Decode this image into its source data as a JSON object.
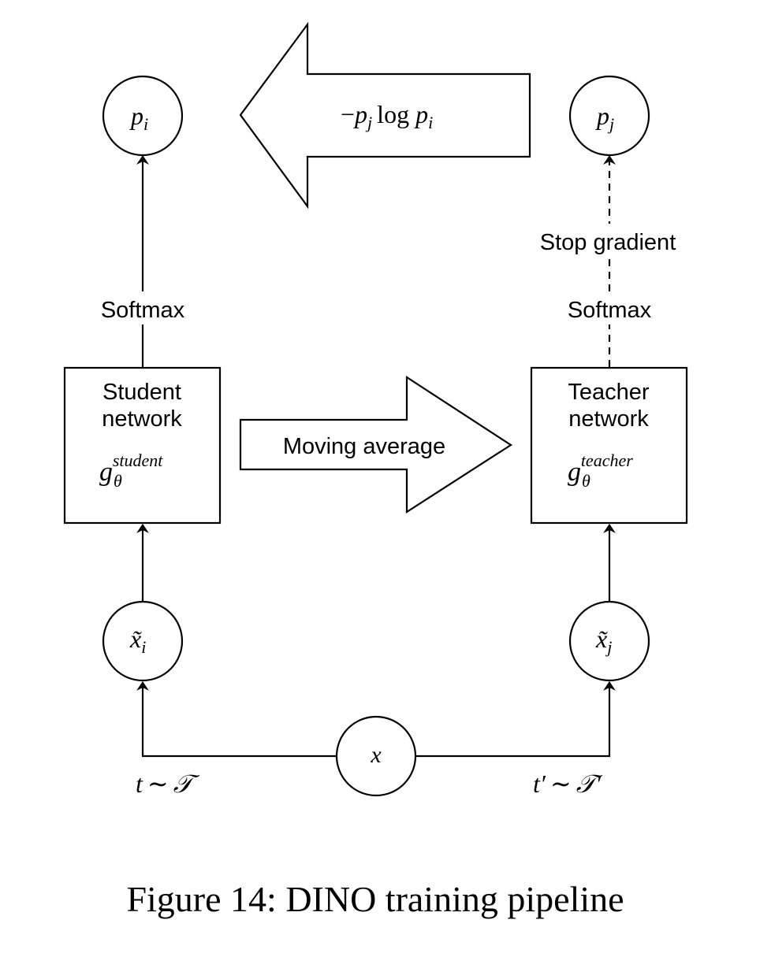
{
  "figure": {
    "caption": "Figure 14: DINO training pipeline"
  },
  "nodes": {
    "p_i": {
      "base": "p",
      "sub": "i"
    },
    "p_j": {
      "base": "p",
      "sub": "j"
    },
    "x_tilde_i": {
      "base": "x̃",
      "sub": "i"
    },
    "x_tilde_j": {
      "base": "x̃",
      "sub": "j"
    },
    "x": {
      "base": "x"
    }
  },
  "student": {
    "title_line1": "Student",
    "title_line2": "network",
    "symbol": "g",
    "symbol_sub": "θ",
    "symbol_sup": "student"
  },
  "teacher": {
    "title_line1": "Teacher",
    "title_line2": "network",
    "symbol": "g",
    "symbol_sub": "θ",
    "symbol_sup": "teacher"
  },
  "arrows": {
    "loss": {
      "minus": "−",
      "p1": "p",
      "p1_sub": "j",
      "log": "log",
      "p2": "p",
      "p2_sub": "i"
    },
    "moving_average": "Moving average"
  },
  "edge_labels": {
    "student_softmax": "Softmax",
    "teacher_softmax": "Softmax",
    "stop_gradient": "Stop gradient",
    "t_student": {
      "t": "t",
      "sim": "∼",
      "T": "𝒯"
    },
    "t_teacher": {
      "t": "t′",
      "sim": "∼",
      "T": "𝒯′"
    }
  }
}
